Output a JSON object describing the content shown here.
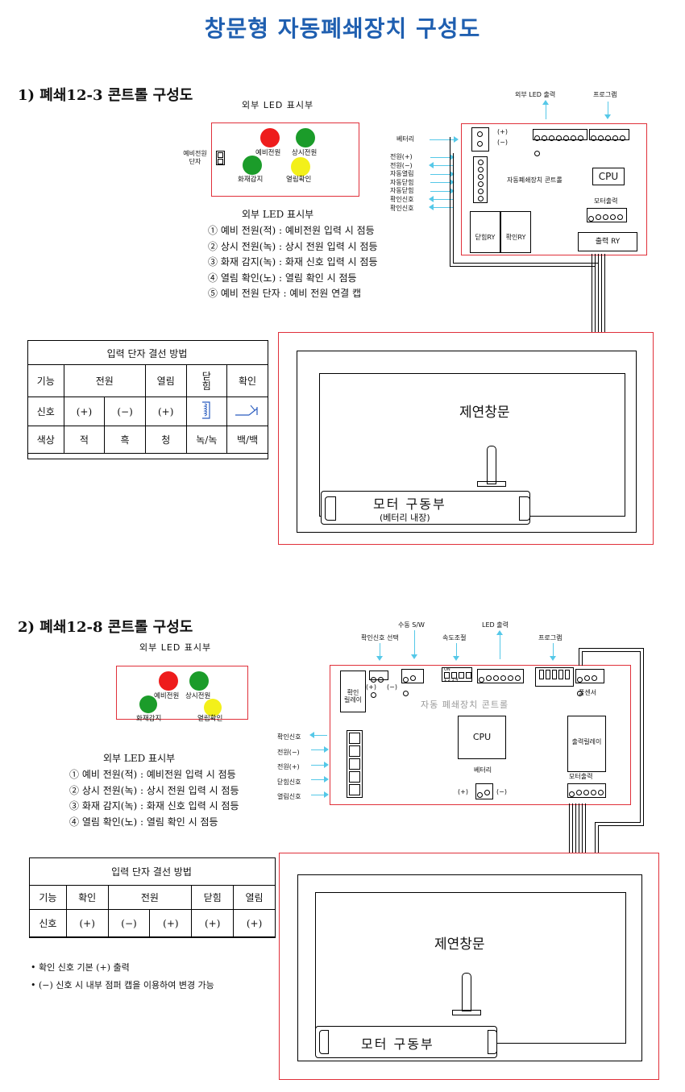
{
  "title": "창문형 자동폐쇄장치  구성도",
  "section1": {
    "heading": "1) 폐쇄12-3 콘트롤 구성도",
    "led_panel_title": "외부  LED  표시부",
    "leds": {
      "standby": "예비전원",
      "normal": "상시전원",
      "fire": "화재감지",
      "open": "열림확인"
    },
    "standby_terminal": "예비전원\n단자",
    "legend_title": "외부 LED 표시부",
    "legend": [
      "① 예비 전원(적) : 예비전원 입력 시 점등",
      "② 상시 전원(녹) : 상시 전원 입력 시 점등",
      "③ 화재 감지(녹) : 화재 신호 입력 시 점등",
      "④ 열림 확인(노) : 열림 확인 시 점등",
      "⑤ 예비 전원 단자 : 예비 전원 연결 캡"
    ],
    "board": {
      "ext_led_label": "외부 LED 출력",
      "program_label": "프로그램",
      "battery_label": "베터리",
      "plus": "(+)",
      "minus": "(−)",
      "inputs": [
        "전원(+)",
        "전원(−)",
        "자동열림",
        "자동닫힘",
        "자동닫힘",
        "확인신호",
        "확인신호"
      ],
      "controller": "자동폐쇄장치  콘트롤",
      "cpu": "CPU",
      "motor_out": "모터출력",
      "close_ry": "닫힘RY",
      "confirm_ry": "확인RY",
      "output_ry": "출력  RY"
    },
    "table": {
      "caption": "입력 단자 결선 방법",
      "rows": [
        [
          "기능",
          "전원",
          "열림",
          "닫\n힘",
          "확인"
        ],
        [
          "신호",
          "(+)",
          "(−)",
          "(+)",
          "",
          ""
        ],
        [
          "색상",
          "적",
          "흑",
          "청",
          "녹/녹",
          "백/백"
        ]
      ]
    },
    "window_label": "제연창문",
    "motor_label": "모터  구동부",
    "battery_sub": "(베터리 내장)"
  },
  "section2": {
    "heading": "2) 폐쇄12-8 콘트롤 구성도",
    "led_panel_title": "외부  LED  표시부",
    "leds": {
      "standby": "예비전원",
      "normal": "상시전원",
      "fire": "화재감지",
      "open": "열림확인"
    },
    "legend_title": "외부 LED 표시부",
    "legend": [
      "① 예비 전원(적) : 예비전원 입력 시 점등",
      "② 상시 전원(녹) : 상시 전원 입력 시 점등",
      "③ 화재 감지(녹) : 화재 신호 입력 시 점등",
      "④ 열림 확인(노) : 열림 확인 시 점등"
    ],
    "board": {
      "manual_sw": "수동 S/W",
      "led_out": "LED 출력",
      "confirm_select": "확인신호 선택",
      "speed": "속도조절",
      "program": "프로그램",
      "dip_on": "ON",
      "dip_nums": "1 2 3 4",
      "sensor": "풀센서",
      "confirm_relay": "확인\n릴레이",
      "plus": "(+)",
      "minus": "(−)",
      "controller": "자동  폐쇄장치  콘트롤",
      "cpu": "CPU",
      "battery": "베터리",
      "output_relay": "출력릴레이",
      "motor_out": "모터출력",
      "inputs": [
        "확인신호",
        "전원(−)",
        "전원(+)",
        "닫힘신호",
        "열림신호"
      ]
    },
    "table": {
      "caption": "입력 단자 결선 방법",
      "rows": [
        [
          "기능",
          "확인",
          "전원",
          "닫힘",
          "열림"
        ],
        [
          "신호",
          "(+)",
          "(−)",
          "(+)",
          "(+)",
          "(+)"
        ]
      ]
    },
    "notes": [
      "•  확인 신호  기본 (+) 출력",
      "• (−) 신호 시 내부 점퍼 캡을 이용하여 변경 가능"
    ],
    "window_label": "제연창문",
    "motor_label": "모터  구동부"
  },
  "colors": {
    "title": "#1f5fb0",
    "red_led": "#ee1c1c",
    "green_led": "#1b9c2a",
    "yellow_led": "#f3f01a",
    "frame": "#e0303a",
    "arrow": "#55c8e8"
  }
}
